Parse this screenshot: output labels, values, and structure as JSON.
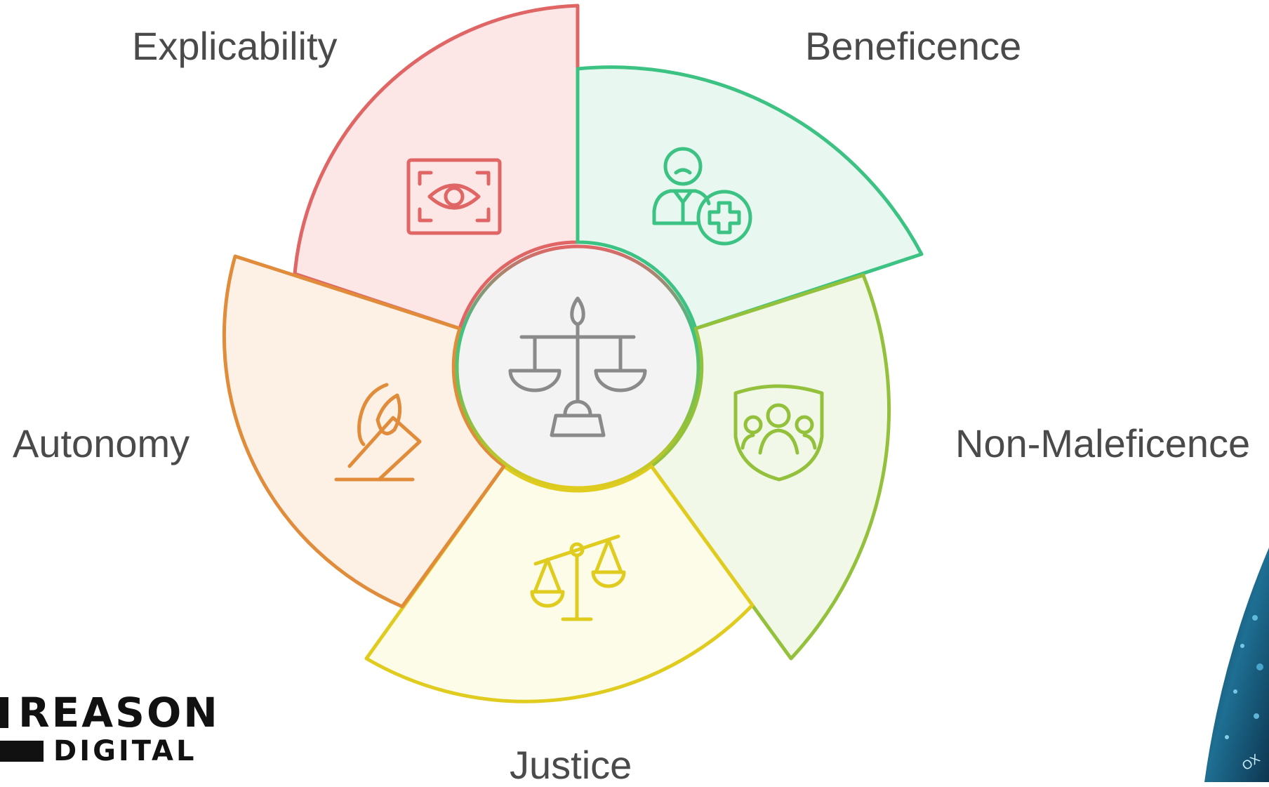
{
  "diagram": {
    "center": {
      "icon": "balance-scale-icon",
      "color": "#8a8a8a",
      "fill": "#f3f3f3"
    },
    "segments": [
      {
        "id": "explicability",
        "label": "Explicability",
        "icon": "eye-frame-icon",
        "color": "#e06666",
        "fill": "#fde6e6"
      },
      {
        "id": "beneficence",
        "label": "Beneficence",
        "icon": "person-plus-icon",
        "color": "#3cc383",
        "fill": "#e8f8f0"
      },
      {
        "id": "non_maleficence",
        "label": "Non-Maleficence",
        "icon": "shield-group-icon",
        "color": "#93c13b",
        "fill": "#f1f8e7"
      },
      {
        "id": "justice",
        "label": "Justice",
        "icon": "scales-icon",
        "color": "#e0cb1f",
        "fill": "#fdfce8"
      },
      {
        "id": "autonomy",
        "label": "Autonomy",
        "icon": "ballot-vote-icon",
        "color": "#e08c3a",
        "fill": "#fdf1e6"
      }
    ]
  },
  "logo": {
    "line1": "REASON",
    "line2": "DIGITAL"
  },
  "corner_image": {
    "caption": "OX"
  }
}
